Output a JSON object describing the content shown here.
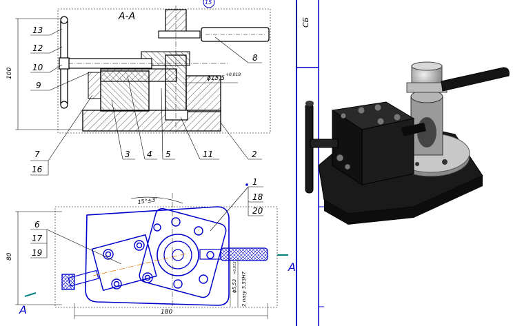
{
  "drawing": {
    "section_label": "A-A",
    "section_marker": "A",
    "stamp_text": "СБ",
    "balloons_side": [
      "13",
      "12",
      "10",
      "9",
      "7",
      "16",
      "3",
      "4",
      "5",
      "11",
      "2",
      "8"
    ],
    "balloon_top_cut": "15",
    "balloons_plan": [
      "6",
      "17",
      "19",
      "1",
      "18",
      "20"
    ],
    "dims": {
      "height_side": "100",
      "diameter_side": "ϕ15,5",
      "diameter_side_tol": "+0,018",
      "height_plan": "80",
      "width_plan": "180",
      "angle": "15°±3'",
      "bore": "ϕ5,53",
      "bore_tol": "+0,015",
      "holes_note": "2 пазу 5,53Н7"
    }
  },
  "colors": {
    "line": "#000000",
    "plan_line": "#0000cc",
    "frame_blue": "#0000cc",
    "axis": "#e07800",
    "section_marker": "#008080",
    "hatch": "#222222"
  }
}
